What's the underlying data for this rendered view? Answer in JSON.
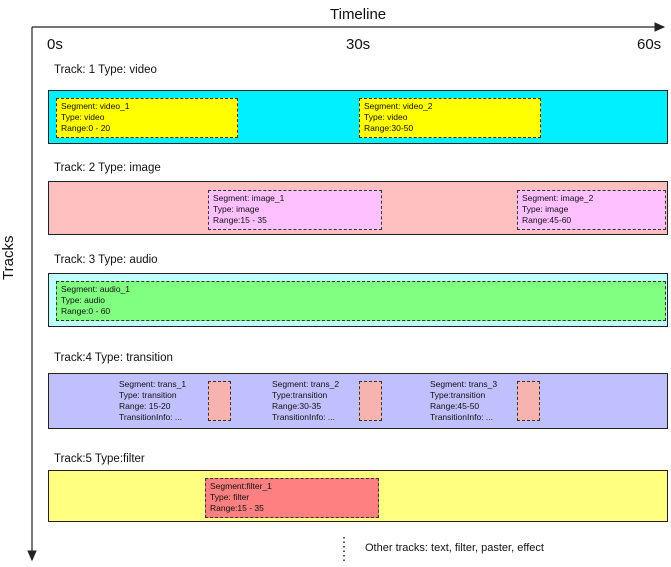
{
  "axis": {
    "x_title": "Timeline",
    "y_title": "Tracks",
    "ticks": [
      "0s",
      "30s",
      "60s"
    ]
  },
  "colors": {
    "video_track": "#00f0ff",
    "video_segment": "#ffff00",
    "image_track": "#ffc0bf",
    "image_segment": "#ffc0ff",
    "audio_track": "#c0ffff",
    "audio_segment": "#80ff80",
    "transition_track": "#c0c0ff",
    "transition_segment": "#f7b3b0",
    "filter_track": "#ffff80",
    "filter_segment": "#ff8080"
  },
  "tracks": [
    {
      "label": "Track: 1 Type: video",
      "segments": [
        {
          "line1": "Segment: video_1",
          "line2": "Type: video",
          "line3": "Range:0 - 20"
        },
        {
          "line1": "Segment: video_2",
          "line2": "Type: video",
          "line3": "Range:30-50"
        }
      ]
    },
    {
      "label": "Track: 2 Type: image",
      "segments": [
        {
          "line1": "Segment: image_1",
          "line2": "Type: image",
          "line3": "Range:15 - 35"
        },
        {
          "line1": "Segment: image_2",
          "line2": "Type: image",
          "line3": "Range:45-60"
        }
      ]
    },
    {
      "label": "Track: 3 Type: audio",
      "segments": [
        {
          "line1": "Segment: audio_1",
          "line2": "Type: audio",
          "line3": "Range:0 - 60"
        }
      ]
    },
    {
      "label": "Track:4 Type: transition",
      "segments": [
        {
          "line1": "Segment: trans_1",
          "line2": "Type: transition",
          "line3": "Range: 15-20",
          "line4": "TransitionInfo: ..."
        },
        {
          "line1": "Segment: trans_2",
          "line2": "Type:transition",
          "line3": "Range:30-35",
          "line4": "TransitionInfo: ..."
        },
        {
          "line1": "Segment: trans_3",
          "line2": "Type:transition",
          "line3": "Range:45-50",
          "line4": "TransitionInfo: ..."
        }
      ]
    },
    {
      "label": "Track:5 Type:filter",
      "segments": [
        {
          "line1": "Segment:filter_1",
          "line2": "Type: filter",
          "line3": "Range:15 - 35"
        }
      ]
    }
  ],
  "other_tracks": "Other tracks: text, filter, paster, effect"
}
